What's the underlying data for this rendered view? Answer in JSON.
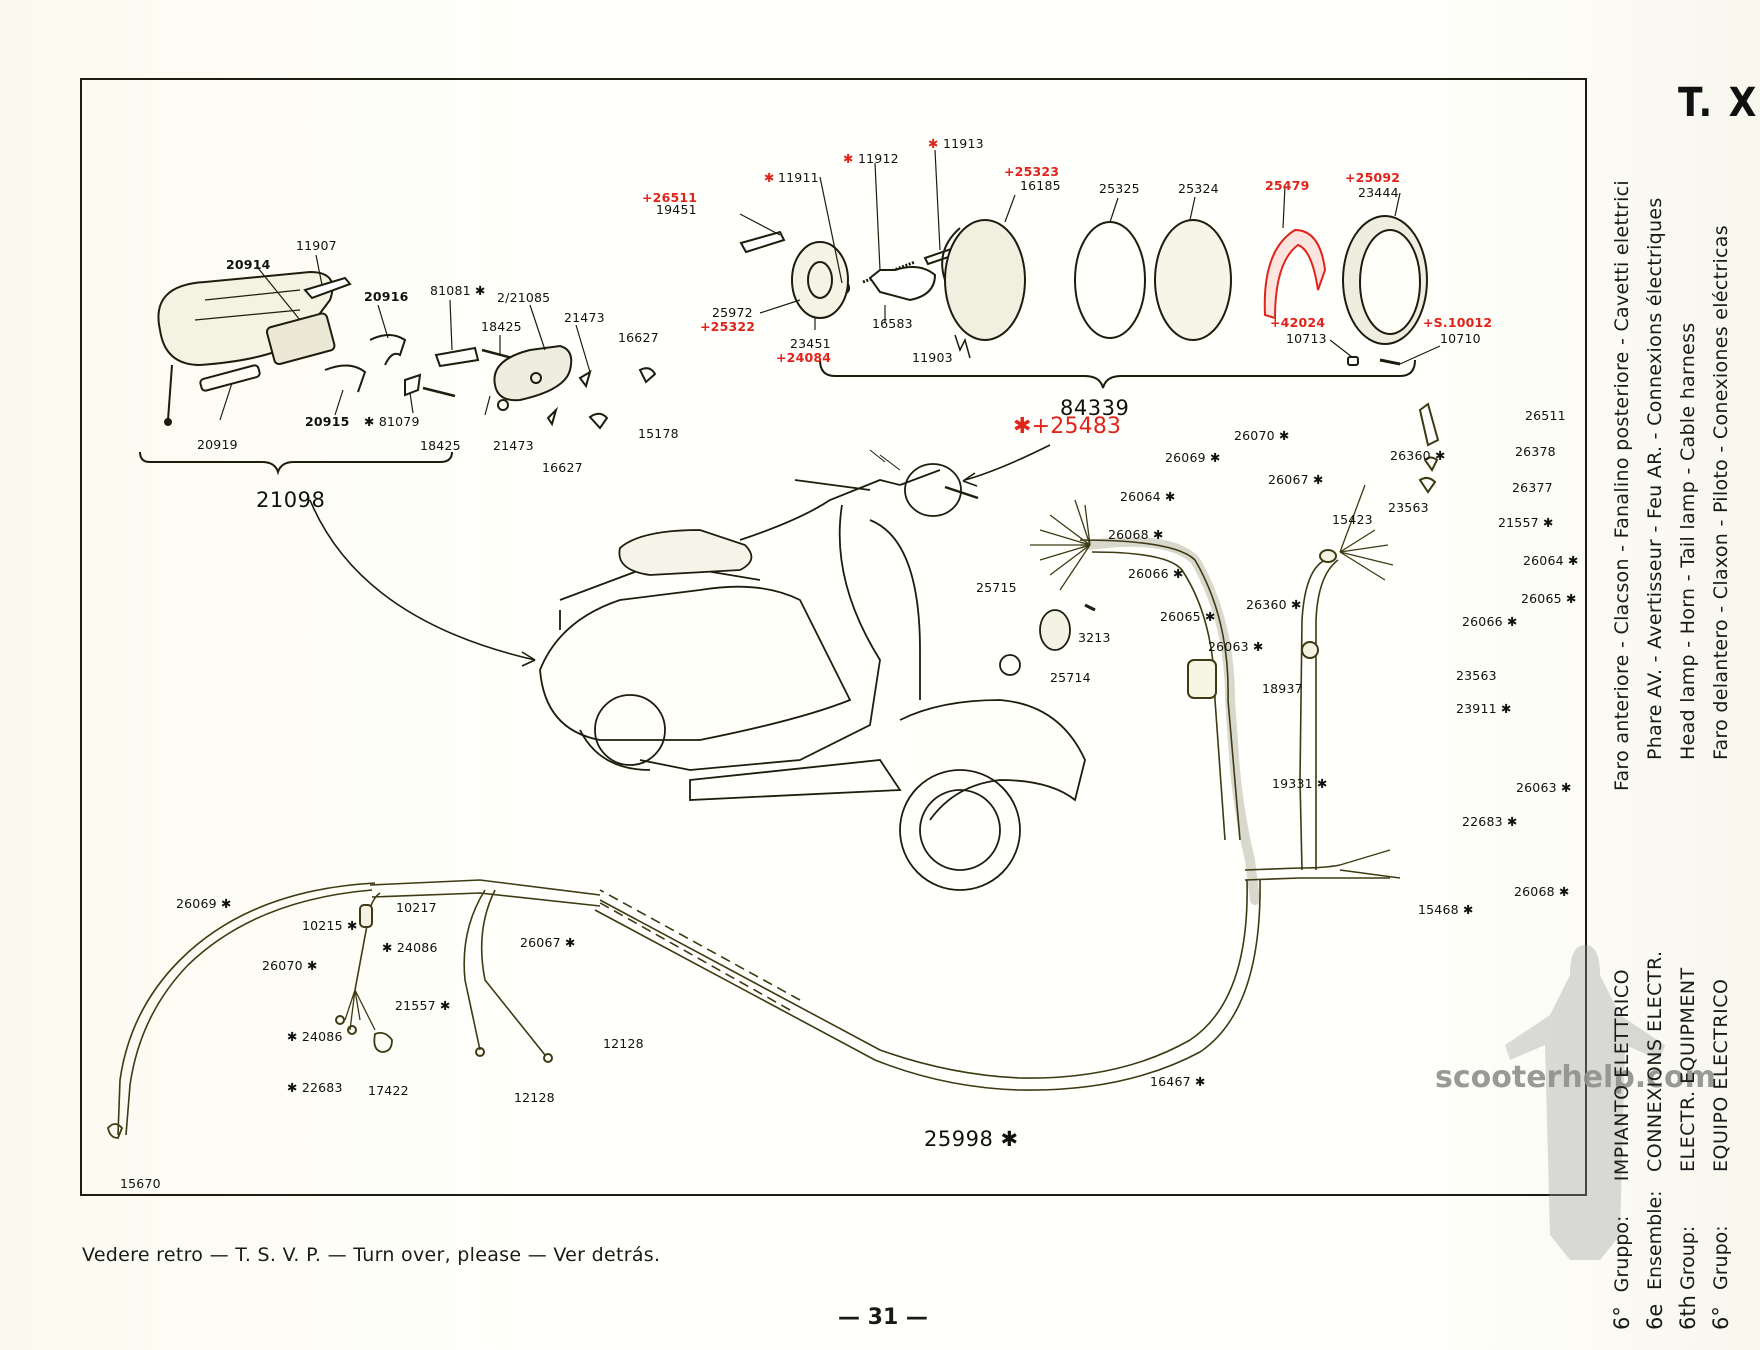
{
  "plate": {
    "code": "T. X",
    "page_number": "— 31 —",
    "footer_note": "Vedere retro — T. S. V. P. — Turn over, please — Ver detrás."
  },
  "group_header": {
    "rows": [
      {
        "ordinal": "6°",
        "group_label": "Gruppo:",
        "name": "IMPIANTO ELETTRICO",
        "description": "Faro anteriore - Clacson - Fanalino posteriore - Cavetti elettrici"
      },
      {
        "ordinal": "6e",
        "group_label": "Ensemble:",
        "name": "CONNEXIONS ELECTR.",
        "description": "Phare AV. - Avertisseur - Feu AR. - Connexions électriques"
      },
      {
        "ordinal": "6th",
        "group_label": "Group:",
        "name": "ELECTR. EQUIPMENT",
        "description": "Head lamp - Horn - Tail lamp - Cable harness"
      },
      {
        "ordinal": "6°",
        "group_label": "Grupo:",
        "name": "EQUIPO ELECTRICO",
        "description": "Faro delantero - Claxon - Piloto - Conexiones eléctricas"
      }
    ]
  },
  "watermark": "scooterhelp.com",
  "assemblies": {
    "tail_lamp": "21098",
    "head_lamp": "84339",
    "head_lamp_alt": "✱+25483",
    "main_harness": "25998 ✱"
  },
  "tail_lamp_parts": [
    {
      "id": "20914"
    },
    {
      "id": "11907"
    },
    {
      "id": "20916"
    },
    {
      "id": "81081 ✱"
    },
    {
      "id": "2/21085"
    },
    {
      "id": "18425"
    },
    {
      "id": "21473"
    },
    {
      "id": "16627"
    },
    {
      "id": "20919"
    },
    {
      "id": "20915"
    },
    {
      "id": "✱ 81079"
    },
    {
      "id": "18425"
    },
    {
      "id": "21473"
    },
    {
      "id": "16627"
    },
    {
      "id": "15178"
    }
  ],
  "head_lamp_parts": {
    "black": [
      "19451",
      "11911",
      "11912",
      "11913",
      "16185",
      "25325",
      "25324",
      "23444",
      "25972",
      "23451",
      "16583",
      "11903",
      "10713",
      "10710"
    ],
    "red": [
      "+26511",
      "✱",
      "✱",
      "✱",
      "+25323",
      "25479",
      "+25092",
      "+25322",
      "+24084",
      "+42024",
      "+S.10012"
    ]
  },
  "horn_parts": [
    "25715",
    "3213",
    "25714"
  ],
  "harness_parts": {
    "front_bundle": [
      "26070 ✱",
      "26069 ✱",
      "26067 ✱",
      "26064 ✱",
      "26068 ✱",
      "26066 ✱",
      "26065 ✱",
      "26360 ✱",
      "26063 ✱",
      "15423",
      "18937",
      "19331 ✱"
    ],
    "right_bundle": [
      "26511",
      "26378",
      "26377",
      "26360 ✱",
      "23563",
      "21557 ✱",
      "26064 ✱",
      "26065 ✱",
      "26066 ✱",
      "23563",
      "23911 ✱",
      "26063 ✱",
      "22683 ✱",
      "26068 ✱",
      "15468 ✱"
    ],
    "rear_bundle": [
      "26069 ✱",
      "10217",
      "10215 ✱",
      "26070 ✱",
      "✱ 24086",
      "26067 ✱",
      "21557 ✱",
      "✱ 24086",
      "✱ 22683",
      "17422",
      "12128",
      "12128",
      "15670",
      "16467 ✱"
    ]
  }
}
